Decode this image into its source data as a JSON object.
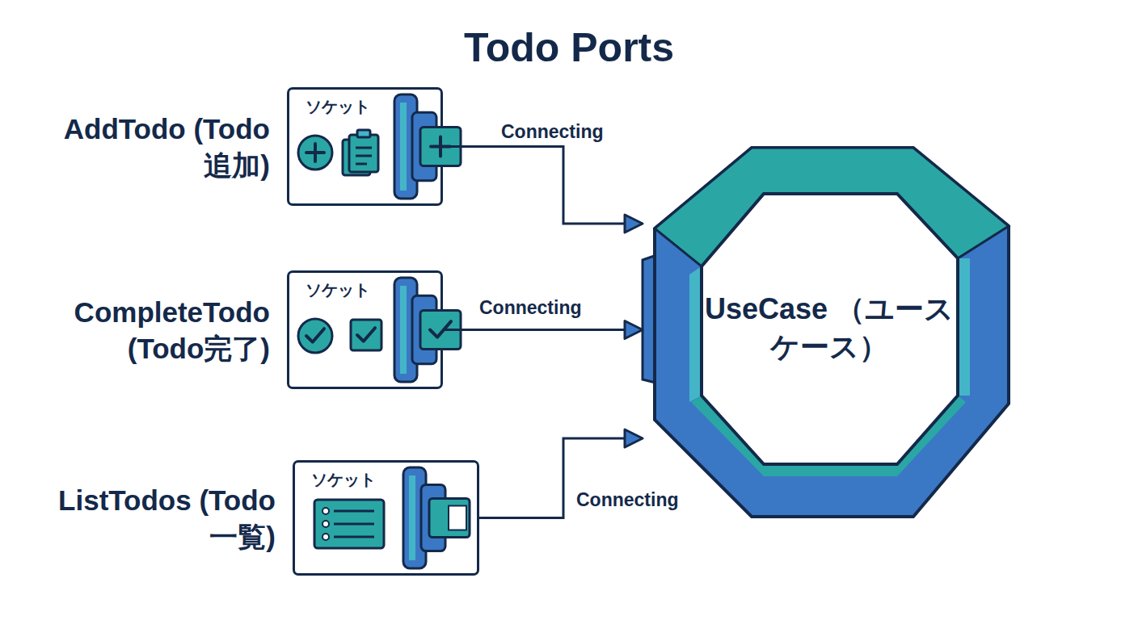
{
  "diagram": {
    "title": "Todo Ports",
    "nodes": [
      {
        "text": [
          "AddTodo (Todo追加)",
          "ソケット"
        ]
      },
      {
        "text": [
          "CompleteTodo (Todo完了)",
          "ソケット"
        ]
      },
      {
        "text": [
          "ListTodos (Todo一覧)",
          "ソケット"
        ]
      },
      {
        "text": [
          "UseCase （ユースケース）"
        ]
      }
    ],
    "edges": [
      {
        "from": 0,
        "to": 3,
        "arrow": "to",
        "label": "Connecting"
      },
      {
        "from": 1,
        "to": 3,
        "arrow": "to",
        "label": "Connecting"
      },
      {
        "from": 2,
        "to": 3,
        "arrow": "to",
        "label": "Connecting"
      }
    ]
  }
}
